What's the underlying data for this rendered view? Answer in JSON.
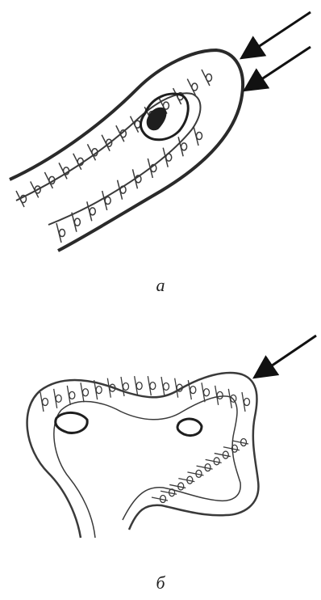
{
  "figure": {
    "panels": [
      {
        "label": "а"
      },
      {
        "label": "б"
      }
    ],
    "ink_color": "#3a3a3a",
    "dark_ink_color": "#1e1e1e",
    "arrows": [
      {
        "panel": "а",
        "count": 2
      },
      {
        "panel": "б",
        "count": 1
      }
    ]
  }
}
